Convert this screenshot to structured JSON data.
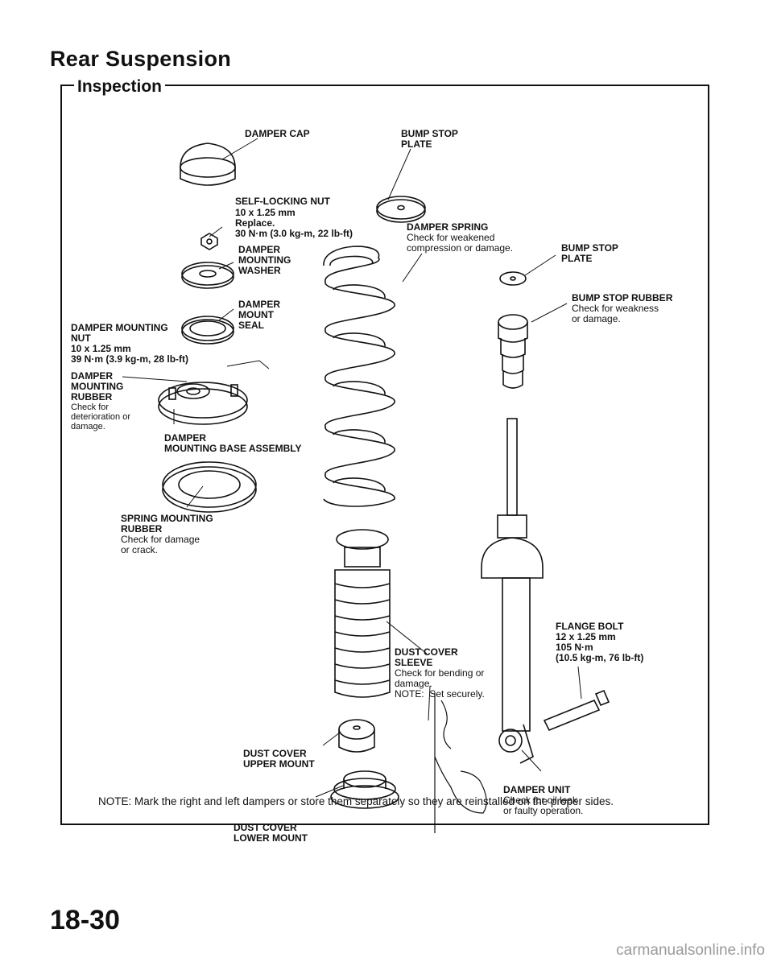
{
  "header": {
    "title": "Rear Suspension",
    "section": "Inspection"
  },
  "labels": {
    "damper_cap": "DAMPER CAP",
    "bump_stop_plate_top": "BUMP STOP\nPLATE",
    "self_locking_nut": "SELF-LOCKING NUT",
    "self_locking_nut_detail": "10 x 1.25 mm\nReplace.\n30 N·m (3.0 kg-m, 22 lb-ft)",
    "damper_spring": "DAMPER SPRING",
    "damper_spring_detail": "Check for weakened\ncompression or damage.",
    "bump_stop_plate_right": "BUMP STOP\nPLATE",
    "damper_mounting_washer": "DAMPER\nMOUNTING\nWASHER",
    "damper_mount_seal": "DAMPER\nMOUNT\nSEAL",
    "bump_stop_rubber": "BUMP STOP RUBBER",
    "bump_stop_rubber_detail": "Check for weakness\nor damage.",
    "damper_mounting_nut": "DAMPER MOUNTING\nNUT\n10 x 1.25 mm\n39 N·m (3.9 kg-m, 28 lb-ft)",
    "damper_mounting_rubber": "DAMPER\nMOUNTING\nRUBBER",
    "damper_mounting_rubber_detail": "Check for\ndeterioration or\ndamage.",
    "damper_mounting_base": "DAMPER\nMOUNTING BASE ASSEMBLY",
    "spring_mounting_rubber": "SPRING MOUNTING\nRUBBER",
    "spring_mounting_rubber_detail": "Check for damage\nor crack.",
    "dust_cover_sleeve": "DUST COVER\nSLEEVE",
    "dust_cover_sleeve_detail": "Check for bending or\ndamage.\nNOTE:  Set securely.",
    "flange_bolt": "FLANGE BOLT\n12 x 1.25 mm\n105 N·m\n(10.5 kg-m, 76 lb-ft)",
    "dust_cover_upper": "DUST COVER\nUPPER MOUNT",
    "dust_cover_lower": "DUST COVER\nLOWER MOUNT",
    "damper_unit": "DAMPER UNIT",
    "damper_unit_detail": "Check for oil leak\nor faulty operation."
  },
  "note": "NOTE:  Mark the right and left dampers or store them separately so they are reinstalled on the proper sides.",
  "page_number": "18-30",
  "watermark": "carmanualsonline.info"
}
